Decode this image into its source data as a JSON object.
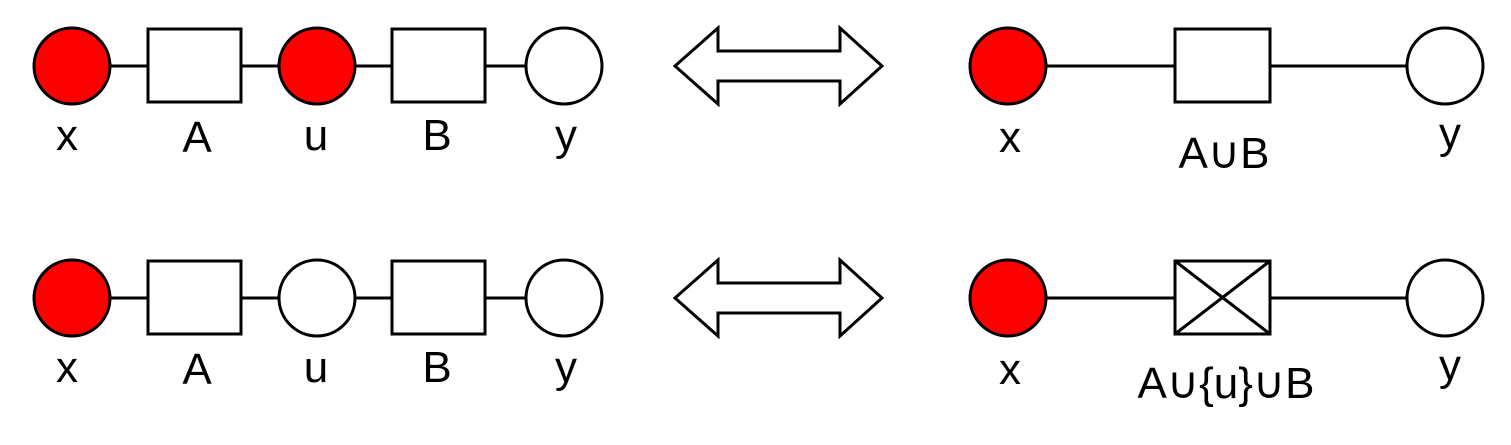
{
  "rows": [
    {
      "left": {
        "nodes": [
          {
            "label": "x",
            "fill": "#ff0000"
          },
          {
            "label": "A",
            "shape": "box"
          },
          {
            "label": "u",
            "fill": "#ff0000"
          },
          {
            "label": "B",
            "shape": "box"
          },
          {
            "label": "y",
            "fill": "#ffffff"
          }
        ]
      },
      "right": {
        "start": {
          "label": "x",
          "fill": "#ff0000"
        },
        "box": {
          "label": "A∪B",
          "crossed": false
        },
        "end": {
          "label": "y",
          "fill": "#ffffff"
        }
      }
    },
    {
      "left": {
        "nodes": [
          {
            "label": "x",
            "fill": "#ff0000"
          },
          {
            "label": "A",
            "shape": "box"
          },
          {
            "label": "u",
            "fill": "#ffffff"
          },
          {
            "label": "B",
            "shape": "box"
          },
          {
            "label": "y",
            "fill": "#ffffff"
          }
        ]
      },
      "right": {
        "start": {
          "label": "x",
          "fill": "#ff0000"
        },
        "box": {
          "label": "A∪{u}∪B",
          "crossed": true
        },
        "end": {
          "label": "y",
          "fill": "#ffffff"
        }
      }
    }
  ],
  "colors": {
    "highlight": "#ff0000",
    "stroke": "#000000"
  },
  "arrow_icon": "double-arrow-icon"
}
